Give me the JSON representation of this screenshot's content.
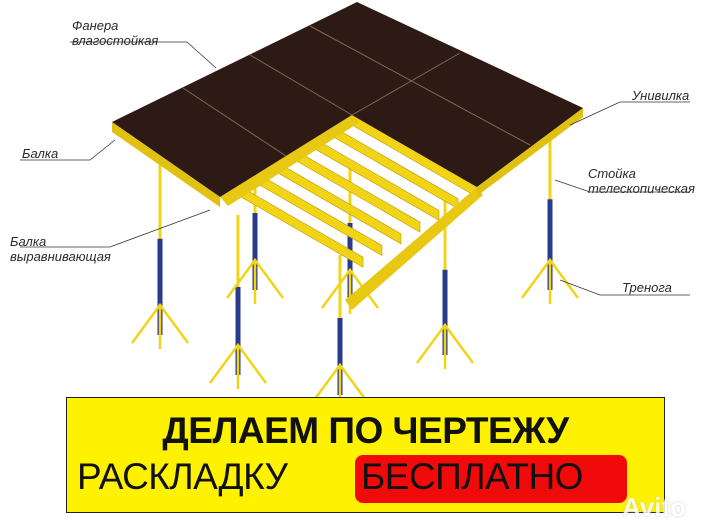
{
  "labels": {
    "plywood_line1": "Фанера",
    "plywood_line2": "влагостойкая",
    "beam": "Балка",
    "leveling_beam_line1": "Балка",
    "leveling_beam_line2": "выравнивающая",
    "fork_head": "Унивилка",
    "prop_line1": "Стойка",
    "prop_line2": "телескопическая",
    "tripod": "Тренога"
  },
  "banner": {
    "line1": "ДЕЛАЕМ ПО ЧЕРТЕЖУ",
    "line2": "РАСКЛАДКУ",
    "highlight": "БЕСПЛАТНО"
  },
  "watermark": "Avito",
  "colors": {
    "plywood": "#2e1a14",
    "beam": "#f2d417",
    "prop": "#2a3a8c",
    "banner": "#fff200",
    "highlight": "#f10a0a"
  }
}
